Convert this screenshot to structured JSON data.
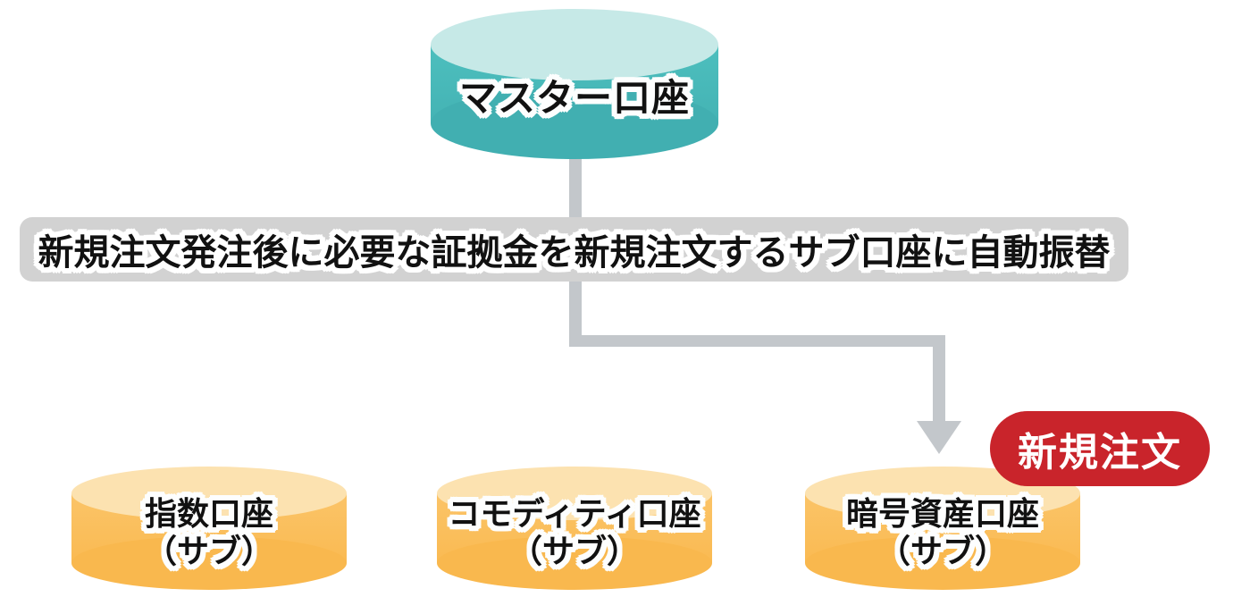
{
  "diagram": {
    "master": {
      "label": "マスター口座"
    },
    "banner": {
      "text": "新規注文発注後に必要な証拠金を新規注文するサブ口座に自動振替"
    },
    "badge": {
      "label": "新規注文"
    },
    "sub_accounts": [
      {
        "line1": "指数口座",
        "line2": "（サブ）"
      },
      {
        "line1": "コモディティ口座",
        "line2": "（サブ）"
      },
      {
        "line1": "暗号資産口座",
        "line2": "（サブ）"
      }
    ],
    "colors": {
      "master_cylinder_top": "#C6E9E7",
      "master_cylinder_body": "#4ABDBC",
      "sub_cylinder_top": "#FCE2B0",
      "sub_cylinder_body": "#FBBD58",
      "banner_bg": "#D2D2D2",
      "arrow": "#C3C7CB",
      "badge_bg": "#C9242B",
      "badge_text": "#FFFFFF",
      "label_text": "#111111"
    }
  }
}
